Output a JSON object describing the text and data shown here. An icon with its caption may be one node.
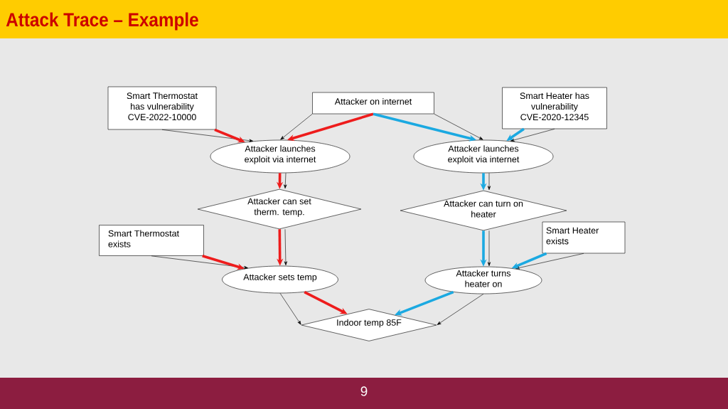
{
  "diagram": {
    "title": "Attack Trace – Example",
    "nodes": [
      {
        "text": [
          "Smart Thermostat has vulnerability CVE-2022-10000"
        ]
      },
      {
        "text": [
          "Attacker on internet"
        ]
      },
      {
        "text": [
          "Smart Heater has vulnerability CVE-2020-12345"
        ]
      },
      {
        "text": [
          "Attacker launches exploit via internet"
        ]
      },
      {
        "text": [
          "Attacker launches exploit via internet"
        ]
      },
      {
        "text": [
          "Attacker can set therm. temp."
        ]
      },
      {
        "text": [
          "Attacker can turn on heater"
        ]
      },
      {
        "text": [
          "Smart Thermostat exists"
        ]
      },
      {
        "text": [
          "Smart Heater exists"
        ]
      },
      {
        "text": [
          "Attacker sets temp"
        ]
      },
      {
        "text": [
          "Attacker turns heater on"
        ]
      },
      {
        "text": [
          "Indoor temp 85F"
        ]
      }
    ],
    "edges": [
      {
        "from": 0,
        "to": 3,
        "arrow": "to"
      },
      {
        "from": 1,
        "to": 3,
        "arrow": "to"
      },
      {
        "from": 1,
        "to": 4,
        "arrow": "to"
      },
      {
        "from": 2,
        "to": 4,
        "arrow": "to"
      },
      {
        "from": 3,
        "to": 5,
        "arrow": "to"
      },
      {
        "from": 4,
        "to": 6,
        "arrow": "to"
      },
      {
        "from": 5,
        "to": 9,
        "arrow": "to"
      },
      {
        "from": 6,
        "to": 10,
        "arrow": "to"
      },
      {
        "from": 7,
        "to": 9,
        "arrow": "to"
      },
      {
        "from": 8,
        "to": 10,
        "arrow": "to"
      },
      {
        "from": 9,
        "to": 11,
        "arrow": "to"
      },
      {
        "from": 10,
        "to": 11,
        "arrow": "to"
      },
      {
        "from": 0,
        "to": 3,
        "arrow": "to",
        "style": "thick",
        "color": "#ee1c1c"
      },
      {
        "from": 1,
        "to": 3,
        "arrow": "to",
        "style": "thick",
        "color": "#ee1c1c"
      },
      {
        "from": 3,
        "to": 5,
        "arrow": "to",
        "style": "thick",
        "color": "#ee1c1c"
      },
      {
        "from": 5,
        "to": 9,
        "arrow": "to",
        "style": "thick",
        "color": "#ee1c1c"
      },
      {
        "from": 7,
        "to": 9,
        "arrow": "to",
        "style": "thick",
        "color": "#ee1c1c"
      },
      {
        "from": 9,
        "to": 11,
        "arrow": "to",
        "style": "thick",
        "color": "#ee1c1c"
      },
      {
        "from": 1,
        "to": 4,
        "arrow": "to",
        "style": "thick",
        "color": "#1ba9e1"
      },
      {
        "from": 2,
        "to": 4,
        "arrow": "to",
        "style": "thick",
        "color": "#1ba9e1"
      },
      {
        "from": 4,
        "to": 6,
        "arrow": "to",
        "style": "thick",
        "color": "#1ba9e1"
      },
      {
        "from": 6,
        "to": 10,
        "arrow": "to",
        "style": "thick",
        "color": "#1ba9e1"
      },
      {
        "from": 8,
        "to": 10,
        "arrow": "to",
        "style": "thick",
        "color": "#1ba9e1"
      },
      {
        "from": 10,
        "to": 11,
        "arrow": "to",
        "style": "thick",
        "color": "#1ba9e1"
      }
    ],
    "labels": [
      "9"
    ]
  }
}
